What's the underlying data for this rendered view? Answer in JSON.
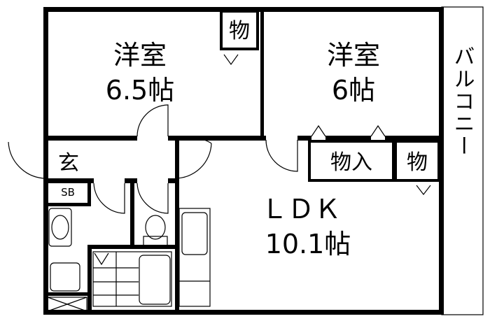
{
  "rooms": {
    "western_room_1": {
      "name": "洋室",
      "size": "6.5帖"
    },
    "western_room_2": {
      "name": "洋室",
      "size": "6帖"
    },
    "ldk": {
      "name": "ＬＤＫ",
      "size": "10.1帖"
    },
    "entrance": "玄",
    "shoe_box": "SB",
    "closet_1": "物",
    "closet_2": "物入",
    "closet_3": "物",
    "balcony": "バルコニー"
  }
}
